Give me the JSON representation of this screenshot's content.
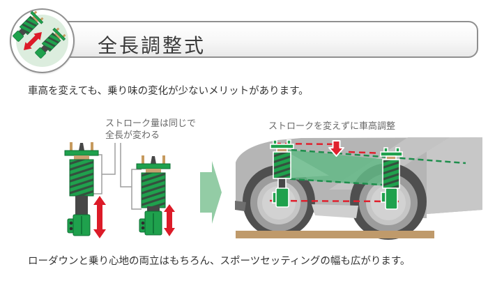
{
  "header": {
    "title": "全長調整式",
    "badge_icon": "coilover-pair-icon"
  },
  "intro_text": "車高を変えても、乗り味の変化が少ないメリットがあります。",
  "diagram": {
    "left_label_line1": "ストローク量は同じで",
    "left_label_line2": "全長が変わる",
    "right_label": "ストロークを変えずに車高調整"
  },
  "footer_text": "ローダウンと乗り心地の両立はもちろん、スポーツセッティングの幅も広がります。",
  "colors": {
    "coilover_green": "#1fa14d",
    "spring_shadow": "#35503f",
    "bracket_dark_green": "#0d6d33",
    "shock_gray": "#474747",
    "washer_tan": "#c9a070",
    "bolt_gold": "#c69a5e",
    "arrow_red": "#dc1b28",
    "transition_arrow_green": "#93cca5",
    "dashed_red": "#e0212e",
    "dashed_green": "#1e8e4c",
    "lowered_area_green": "#63b886",
    "car_body_gray": "#b5b5b5",
    "car_rear_gray": "#c7c7c7",
    "wheel_arch_gray": "#4f4f4f",
    "tire_gray": "#9c9c9c",
    "rim_gray": "#c6c6c6",
    "ground_tan": "#bf9a6b",
    "connector_gray": "#9e9e9e"
  }
}
